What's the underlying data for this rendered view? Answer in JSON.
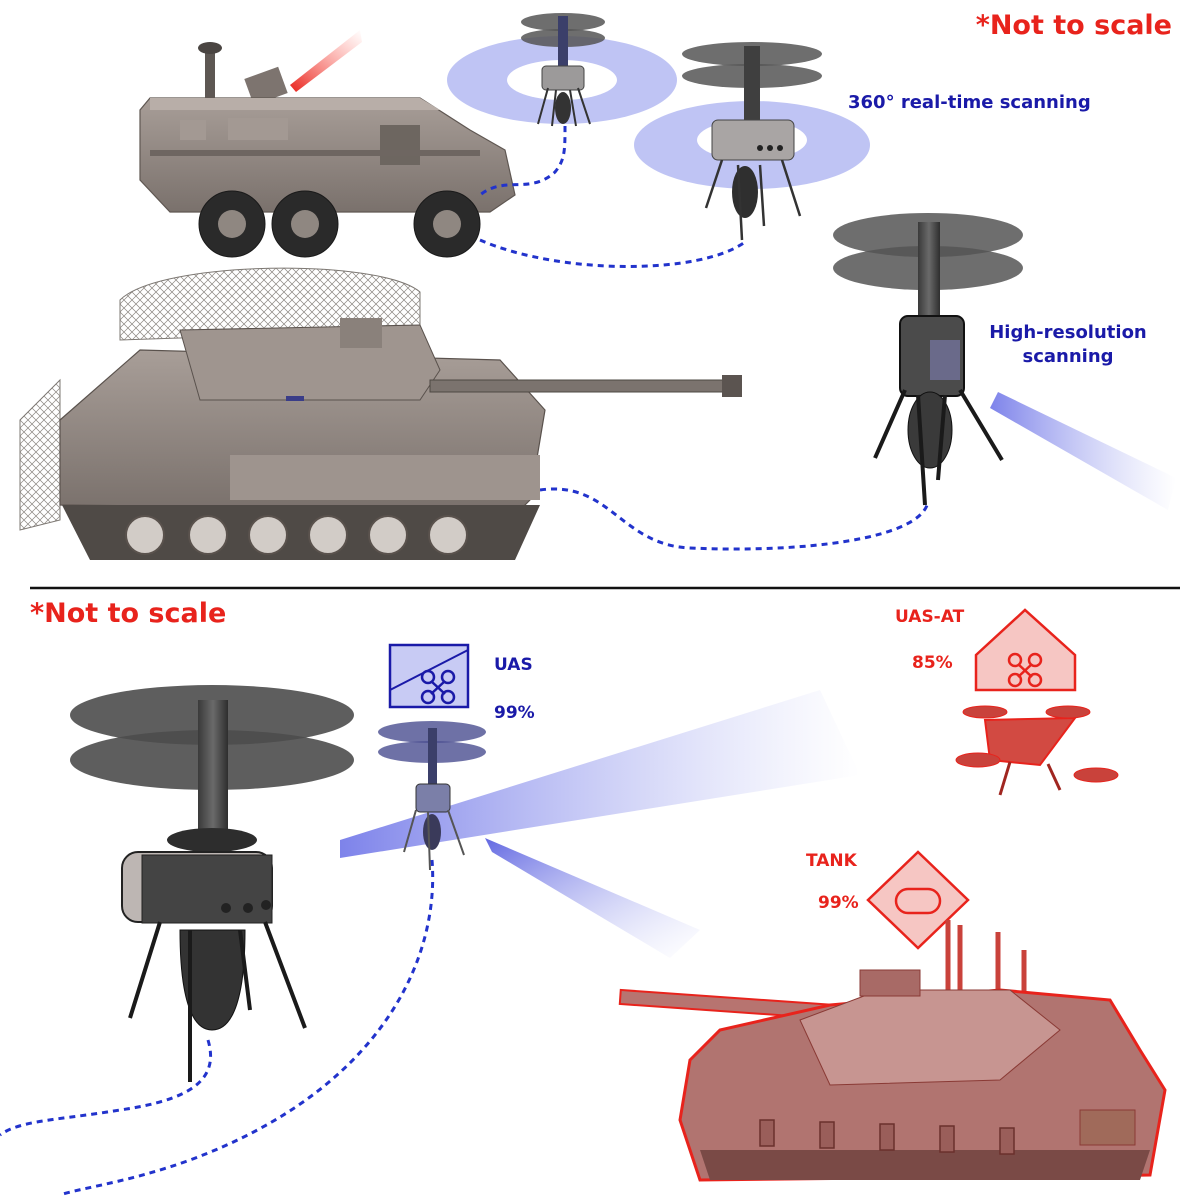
{
  "top_panel": {
    "not_to_scale": "*Not to scale",
    "scan_360_label": "360° real-time scanning",
    "high_res_label_line1": "High-resolution",
    "high_res_label_line2": "scanning"
  },
  "bottom_panel": {
    "not_to_scale": "*Not to scale",
    "uas_label": "UAS",
    "uas_confidence": "99%",
    "uas_at_label": "UAS-AT",
    "uas_at_confidence": "85%",
    "tank_label": "TANK",
    "tank_confidence": "99%"
  },
  "colors": {
    "friendly_blue": "#1a1aa8",
    "threat_red": "#e8231c",
    "scan_ring": "#aab0f0",
    "tether": "#2233cc",
    "vehicle_gray": "#8f8580"
  },
  "icons": [
    "laser-turret-icon",
    "drone-quadcopter-icon",
    "tank-symbol-icon"
  ]
}
